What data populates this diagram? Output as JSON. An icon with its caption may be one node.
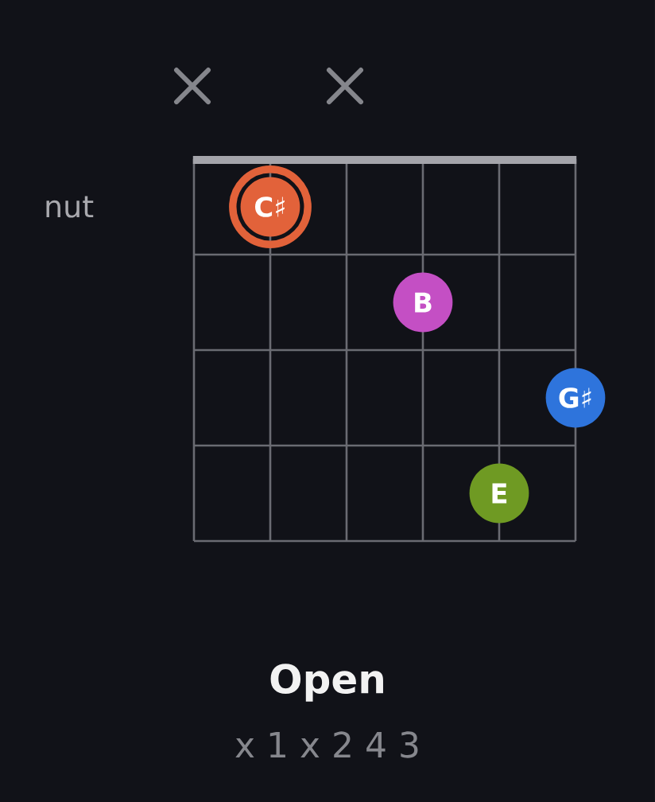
{
  "diagram": {
    "title": "Open",
    "caption": "x 1 x 2 4 3",
    "nodes": [
      {
        "text": [
          "C♯"
        ]
      },
      {
        "text": [
          "B"
        ]
      },
      {
        "text": [
          "G♯"
        ]
      },
      {
        "text": [
          "E"
        ]
      }
    ],
    "labels": [
      "nut"
    ]
  }
}
